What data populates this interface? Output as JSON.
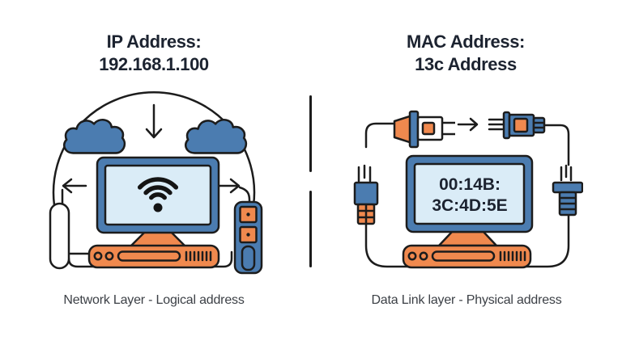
{
  "colors": {
    "blue": "#4b7cb0",
    "screen": "#daecf7",
    "orange": "#f0894e",
    "outline": "#1c1c1c",
    "wifi": "#141414",
    "title-text": "#1c2330",
    "caption-text": "#3c4046"
  },
  "left_panel": {
    "title_line1": "IP Address:",
    "title_line2": "192.168.1.100",
    "caption": "Network Layer - Logical address"
  },
  "right_panel": {
    "title_line1": "MAC Address:",
    "title_line2": "13c Address",
    "monitor_screen": {
      "line1": "00:14B:",
      "line2": "3C:4D:5E"
    },
    "caption": "Data Link layer - Physical address"
  }
}
